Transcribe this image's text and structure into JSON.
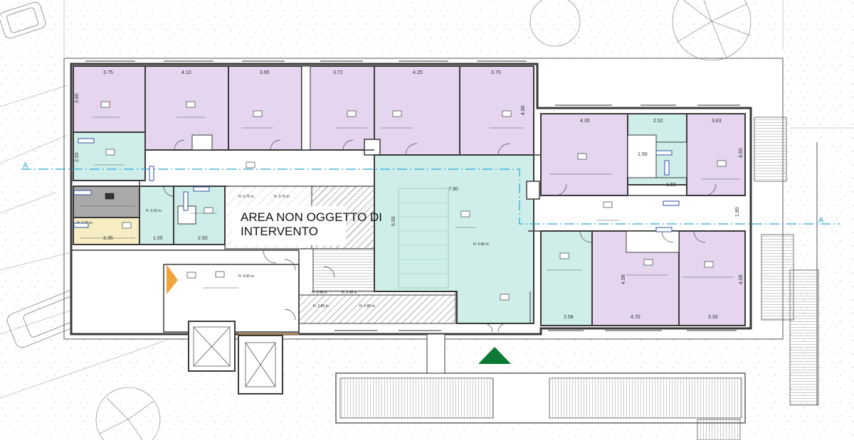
{
  "colors": {
    "room_purple": "#e5d5ef",
    "room_cyan": "#cfeeea",
    "room_gray": "#a9a9a9",
    "room_yellow": "#f7edc3",
    "wall": "#3a3a3a",
    "section_line": "#2aa7d4",
    "entrance_marker": "#0b7a32",
    "secondary_marker": "#f2a23a",
    "room_tag_blue": "#3050a0"
  },
  "hatched_area_label": [
    "AREA NON OGGETTO DI",
    "INTERVENTO"
  ],
  "section": {
    "left_marker": "A",
    "right_marker": "A"
  },
  "dimensions": {
    "top_row": [
      "3.75",
      "4.10",
      "3.65",
      "3.72",
      "4.25",
      "3.70"
    ],
    "right_upper": [
      "4.35",
      "2.52",
      "3.83"
    ],
    "corridor_width": "7.90",
    "bottom_row_left": [
      "3.35",
      "1.55",
      "2.50"
    ],
    "bottom_row_right": [
      "2.58",
      "4.70",
      "3.33"
    ],
    "vertical_left_top": "3.80",
    "vertical_left_mid": "2.50",
    "vertical_hall": "6.05",
    "vertical_right_a": "4.58",
    "vertical_right_b": "4.06",
    "vertical_right_c": "4.60",
    "vertical_right_d": "1.80",
    "vertical_top_right": "4.80",
    "small_a": "1.50",
    "small_b": "1.50"
  },
  "heights": {
    "h1": "H. 3.20 m",
    "h2": "H. 3.20 m",
    "h3": "H. 3.75 m",
    "h4": "H. 3.75 m",
    "h5": "H. 4.50 m",
    "h6": "H. 5.80 m",
    "h7": "H. 2.45 m",
    "h8": "H. 2.45 m",
    "h9": "H. 2.85 m",
    "h10": "H. 2.85 m"
  }
}
